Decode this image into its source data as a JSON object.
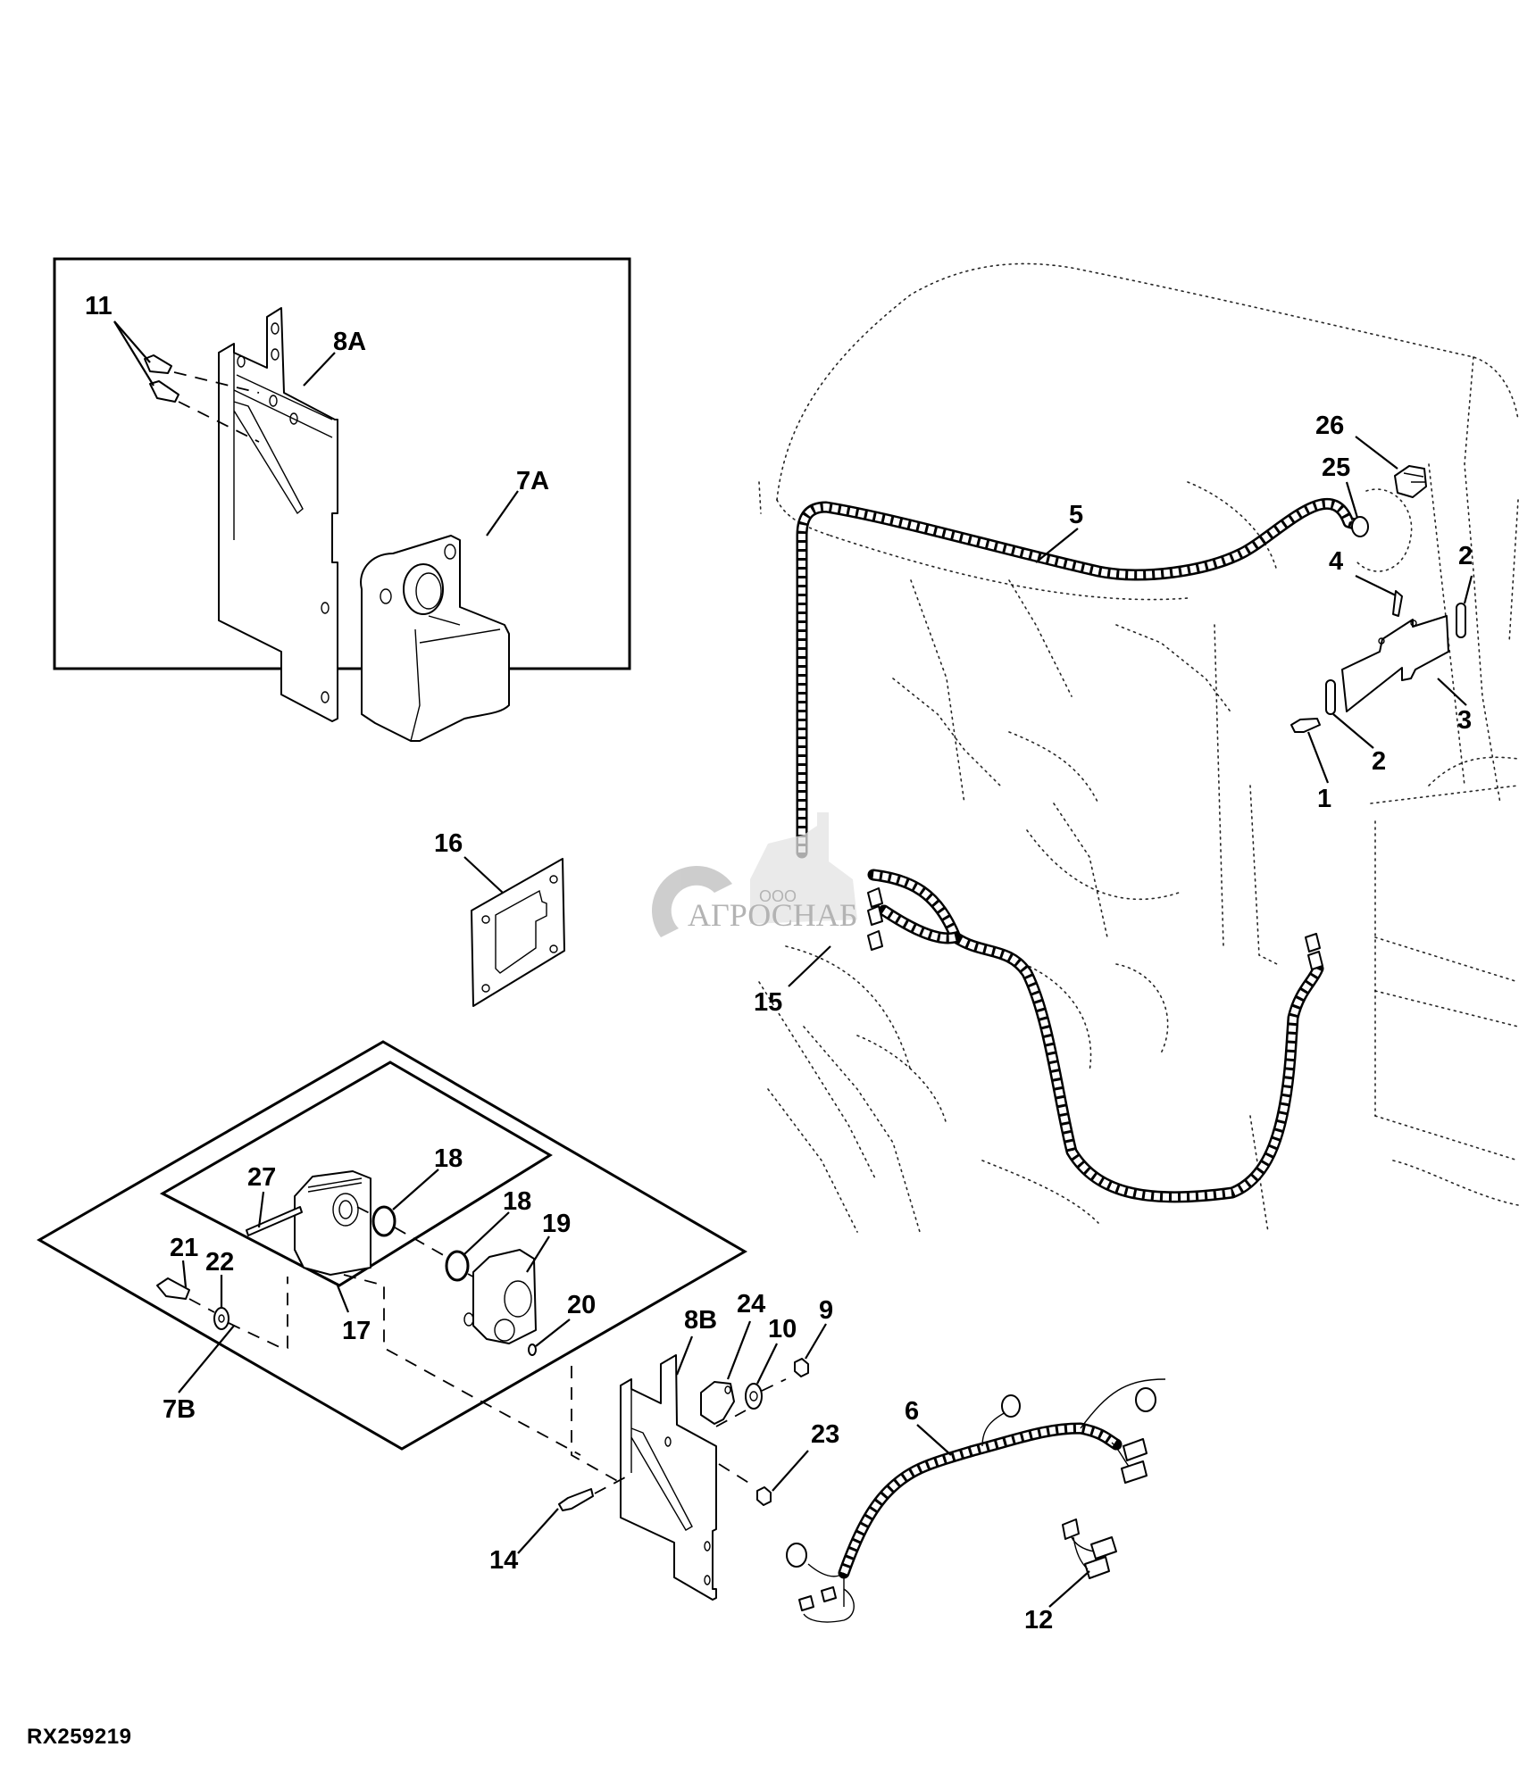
{
  "document": {
    "figure_code": "RX259219",
    "type": "exploded parts diagram"
  },
  "watermark": {
    "prefix": "ООО",
    "name": "АГРОСНАБ"
  },
  "insets": [
    {
      "id": "inset-7A-8A",
      "shape": "rectangle",
      "contains": [
        "11",
        "8A",
        "7A"
      ]
    },
    {
      "id": "inset-7B",
      "shape": "diamond",
      "label": "7B",
      "contains": [
        "17",
        "18",
        "19",
        "20",
        "21",
        "22",
        "27"
      ]
    },
    {
      "id": "inset-17",
      "shape": "diamond",
      "label": "17",
      "contains": [
        "27",
        "18"
      ]
    }
  ],
  "callouts": [
    {
      "label": "11",
      "part": "cap screw (x2)"
    },
    {
      "label": "8A",
      "part": "bracket"
    },
    {
      "label": "7A",
      "part": "housing"
    },
    {
      "label": "26",
      "part": "connector"
    },
    {
      "label": "25",
      "part": "grommet"
    },
    {
      "label": "5",
      "part": "wiring harness (cab roof)"
    },
    {
      "label": "4",
      "part": "screw"
    },
    {
      "label": "2",
      "part": "strap"
    },
    {
      "label": "3",
      "part": "bracket"
    },
    {
      "label": "2",
      "part": "strap"
    },
    {
      "label": "1",
      "part": "cap screw"
    },
    {
      "label": "16",
      "part": "gasket"
    },
    {
      "label": "15",
      "part": "wiring harness"
    },
    {
      "label": "18",
      "part": "O-ring"
    },
    {
      "label": "27",
      "part": "pin"
    },
    {
      "label": "18",
      "part": "O-ring"
    },
    {
      "label": "19",
      "part": "socket"
    },
    {
      "label": "21",
      "part": "cap screw"
    },
    {
      "label": "22",
      "part": "washer"
    },
    {
      "label": "20",
      "part": "O-ring"
    },
    {
      "label": "17",
      "part": "socket housing"
    },
    {
      "label": "7B",
      "part": "socket assembly"
    },
    {
      "label": "8B",
      "part": "bracket"
    },
    {
      "label": "24",
      "part": "clamp"
    },
    {
      "label": "10",
      "part": "washer"
    },
    {
      "label": "9",
      "part": "nut"
    },
    {
      "label": "23",
      "part": "nut"
    },
    {
      "label": "6",
      "part": "wiring harness"
    },
    {
      "label": "14",
      "part": "cap screw"
    },
    {
      "label": "12",
      "part": "jumper harness"
    }
  ]
}
